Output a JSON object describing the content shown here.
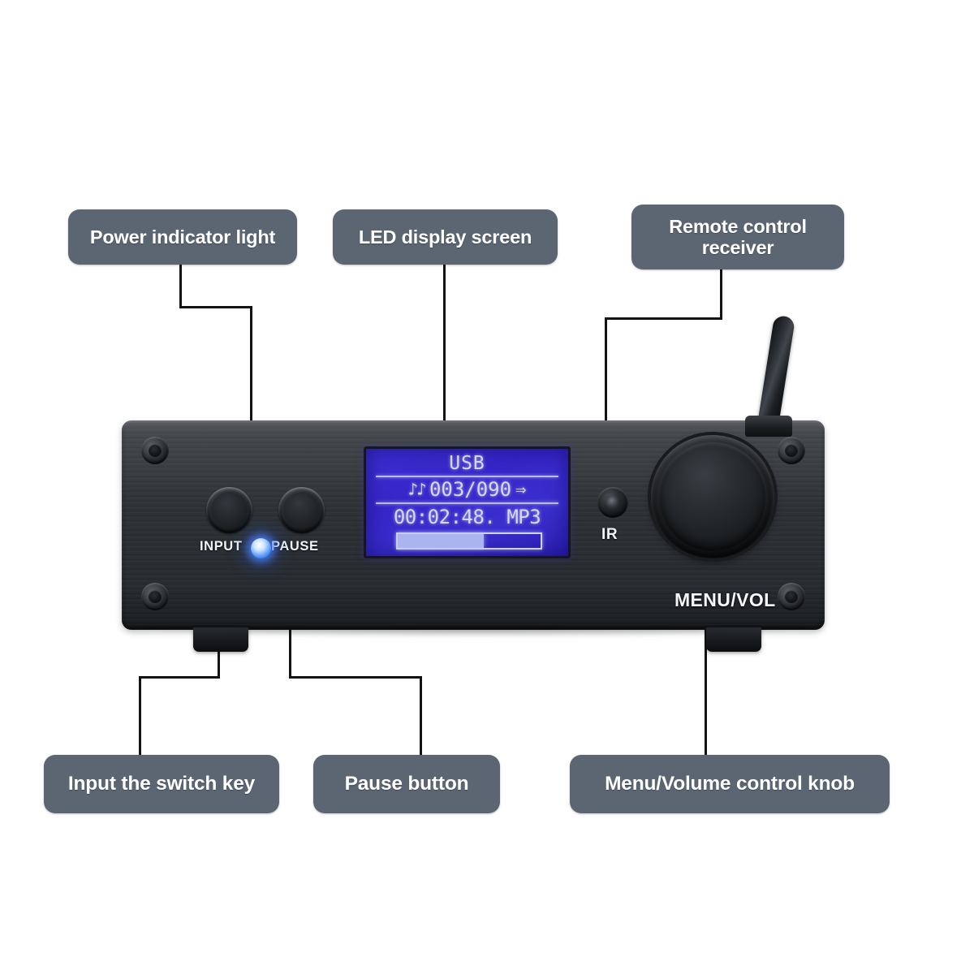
{
  "page": {
    "title": "Front panel feature callout diagram",
    "background": "#ffffff",
    "callout_box_color": "#5c6673",
    "callout_text_color": "#ffffff",
    "leader_line_color": "#111315"
  },
  "callouts": [
    {
      "id": "power-indicator-light",
      "label": "Power indicator light",
      "position": "top-left"
    },
    {
      "id": "led-display-screen",
      "label": "LED display screen",
      "position": "top-center"
    },
    {
      "id": "remote-control-receiver",
      "label_line1": "Remote control",
      "label_line2": "receiver",
      "position": "top-right"
    },
    {
      "id": "input-the-switch-key",
      "label": "Input the switch key",
      "position": "bottom-left"
    },
    {
      "id": "pause-button",
      "label": "Pause button",
      "position": "bottom-center"
    },
    {
      "id": "menu-volume-control-knob",
      "label": "Menu/Volume control knob",
      "position": "bottom-right"
    }
  ],
  "device": {
    "panel_color": "#2b2f34",
    "buttons": [
      {
        "name": "input",
        "label": "INPUT"
      },
      {
        "name": "pause",
        "label": "PAUSE"
      }
    ],
    "ir_label": "IR",
    "knob_label": "MENU/VOL",
    "power_led_color": "#4a84ff",
    "screw_count": 4,
    "foot_count": 2,
    "antenna": "bluetooth-antenna"
  },
  "lcd": {
    "backlight_color": "#3726c9",
    "text_color": "#d8d9f6",
    "source": "USB",
    "note_icon": "♪♪",
    "track": "003/090",
    "arrow_icon": "⇒",
    "time_and_format": "00:02:48. MP3",
    "progress_percent": 60
  }
}
